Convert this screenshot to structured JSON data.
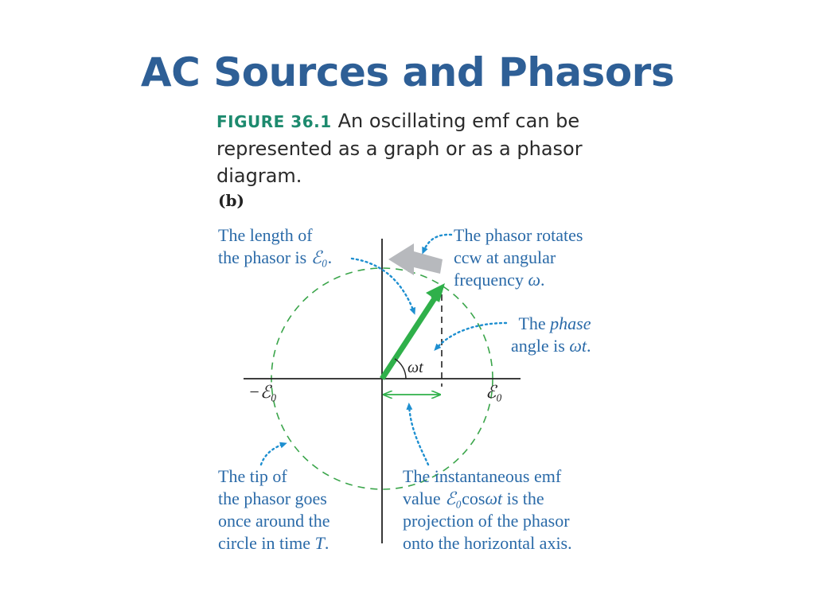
{
  "title": "AC Sources and Phasors",
  "caption": {
    "figure_number": "FIGURE 36.1",
    "line1": "An oscillating emf can be",
    "line2": "represented as a graph or as a phasor",
    "line3": "diagram."
  },
  "panel_label": "(b)",
  "diagram": {
    "angle_label": "ωt",
    "neg_axis_label": "−ℰ₀",
    "pos_axis_label": "ℰ₀",
    "colors": {
      "phasor": "#2fb04a",
      "circle": "#3aa54a",
      "annotation": "#2a6aa8",
      "pointer": "#1e8fd0",
      "axes": "#222222"
    }
  },
  "annotations": {
    "length": {
      "line1": "The length of",
      "line2a": "the phasor is ",
      "line2b": "ℰ₀",
      "line2c": "."
    },
    "rotates": {
      "line1": "The phasor rotates",
      "line2": "ccw at angular",
      "line3a": "frequency ",
      "line3b": "ω",
      "line3c": "."
    },
    "phase": {
      "line1a": "The ",
      "line1b": "phase",
      "line2a": "angle is ",
      "line2b": "ωt",
      "line2c": "."
    },
    "tip": {
      "line1": "The tip of",
      "line2": "the phasor goes",
      "line3": "once around the",
      "line4a": "circle in time ",
      "line4b": "T",
      "line4c": "."
    },
    "emf": {
      "line1": "The instantaneous emf",
      "line2a": "value ",
      "line2b": "ℰ₀",
      "line2c": "cos",
      "line2d": "ωt",
      "line2e": " is the",
      "line3": "projection of the phasor",
      "line4": "onto the horizontal axis."
    }
  }
}
